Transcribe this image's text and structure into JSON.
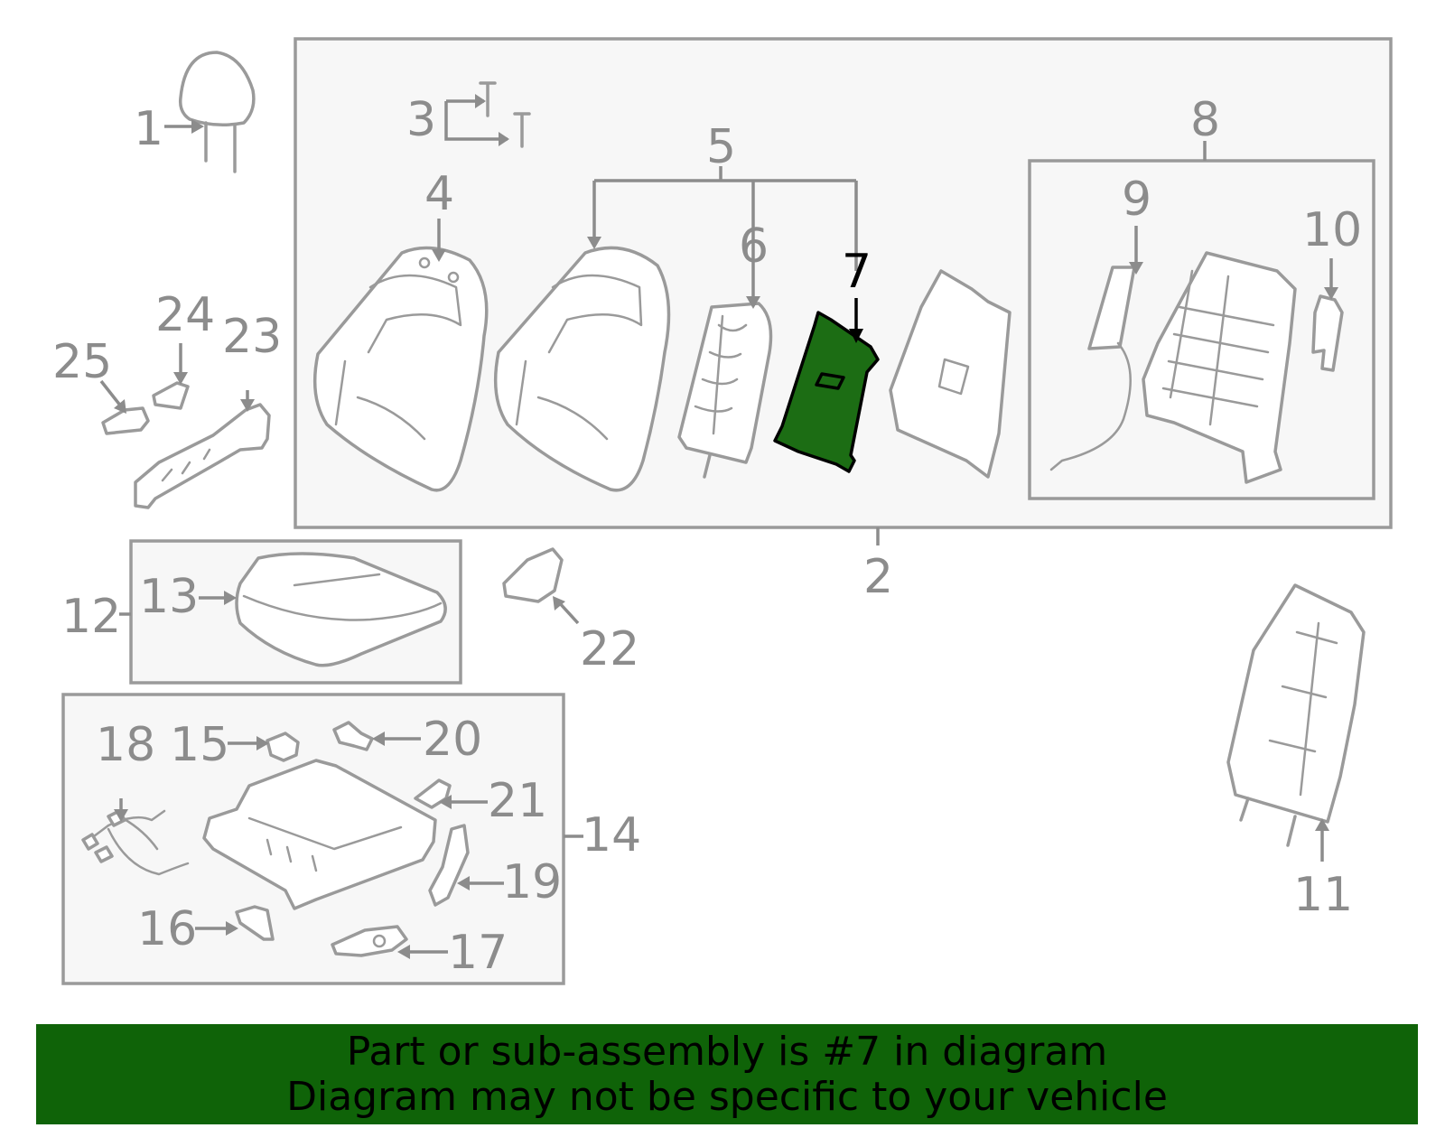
{
  "diagram": {
    "highlight_color": "#1c6d14",
    "banner_color": "#0f6308",
    "callouts": {
      "c1": "1",
      "c2": "2",
      "c3": "3",
      "c4": "4",
      "c5": "5",
      "c6": "6",
      "c7": "7",
      "c8": "8",
      "c9": "9",
      "c10": "10",
      "c11": "11",
      "c12": "12",
      "c13": "13",
      "c14": "14",
      "c15": "15",
      "c16": "16",
      "c17": "17",
      "c18": "18",
      "c19": "19",
      "c20": "20",
      "c21": "21",
      "c22": "22",
      "c23": "23",
      "c24": "24",
      "c25": "25"
    }
  },
  "banner": {
    "line1": "Part or sub-assembly is #7 in diagram",
    "line2": "Diagram may not be specific to your vehicle"
  }
}
